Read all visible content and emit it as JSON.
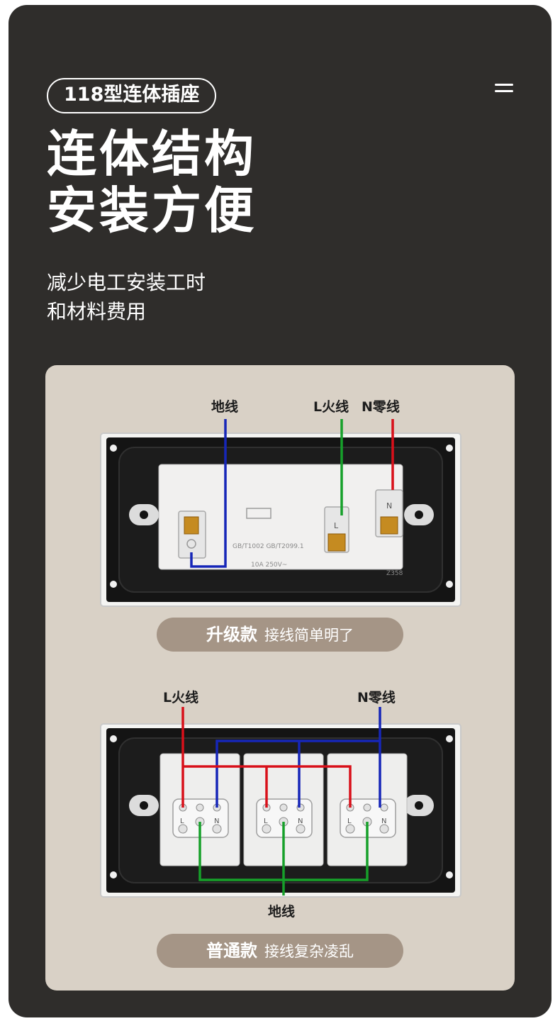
{
  "header": {
    "tag": "118型连体插座",
    "headline_line1": "连体结构",
    "headline_line2": "安装方便",
    "sub_line1": "减少电工安装工时",
    "sub_line2": "和材料费用"
  },
  "upgraded": {
    "labels": {
      "ground": "地线",
      "live": "L火线",
      "neutral": "N零线"
    },
    "plate_text": {
      "standard": "GB/T1002   GB/T2099.1",
      "rating": "10A 250V~",
      "model": "Z358",
      "terminal_live": "L",
      "terminal_neutral": "N"
    },
    "pill_bold": "升级款",
    "pill_text": "接线简单明了"
  },
  "ordinary": {
    "labels": {
      "live": "L火线",
      "neutral": "N零线",
      "ground": "地线"
    },
    "terminal_live": "L",
    "terminal_neutral": "N",
    "pill_bold": "普通款",
    "pill_text": "接线复杂凌乱"
  },
  "colors": {
    "background": "#2f2d2b",
    "panel": "#d9d1c6",
    "pill": "#a59586",
    "wire_live": "#16a02a",
    "wire_neutral": "#d8101a",
    "wire_ground": "#1626b8"
  }
}
